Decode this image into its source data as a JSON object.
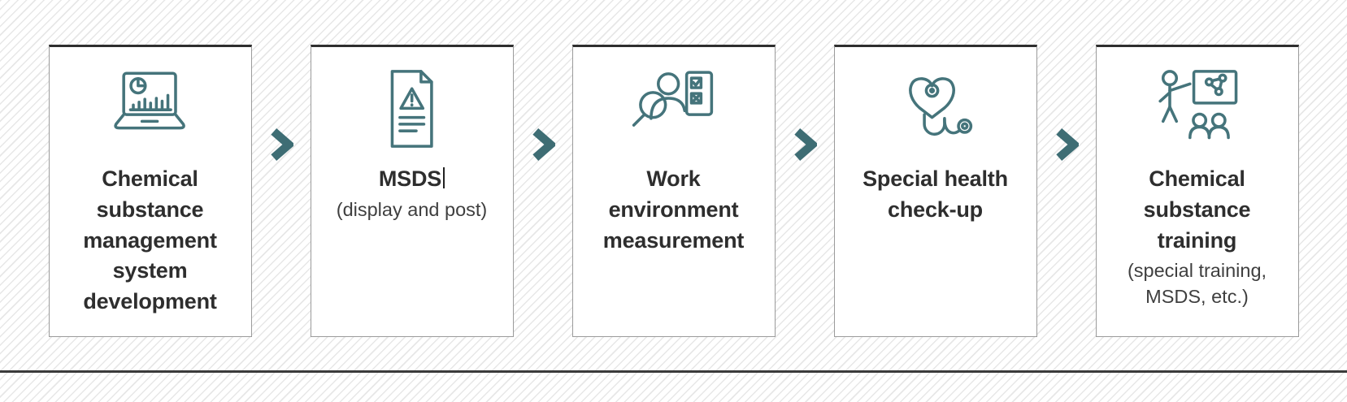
{
  "colors": {
    "accent_teal": "#45747b",
    "arrow_teal": "#3e6d74",
    "title_text": "#2e2e2e",
    "subtitle_text": "#3f3f3f",
    "card_background": "#ffffff",
    "card_border": "#9b9b9b",
    "card_border_top": "#2f2f2f",
    "hatch_line": "#e7e7e7",
    "bottom_rule": "#3b3b3b"
  },
  "flow": {
    "connector": "chevron-right",
    "steps": [
      {
        "title": "Chemical substance management system development",
        "icon": "laptop-analytics-icon"
      },
      {
        "title": "MSDS",
        "subtitle": "(display and post)",
        "icon": "msds-warning-document-icon"
      },
      {
        "title": "Work environment measurement",
        "icon": "magnifier-inspection-checklist-icon"
      },
      {
        "title": "Special health check-up",
        "icon": "stethoscope-heart-icon"
      },
      {
        "title": "Chemical substance training",
        "subtitle": "(special training, MSDS, etc.)",
        "icon": "training-presentation-icon"
      }
    ]
  }
}
